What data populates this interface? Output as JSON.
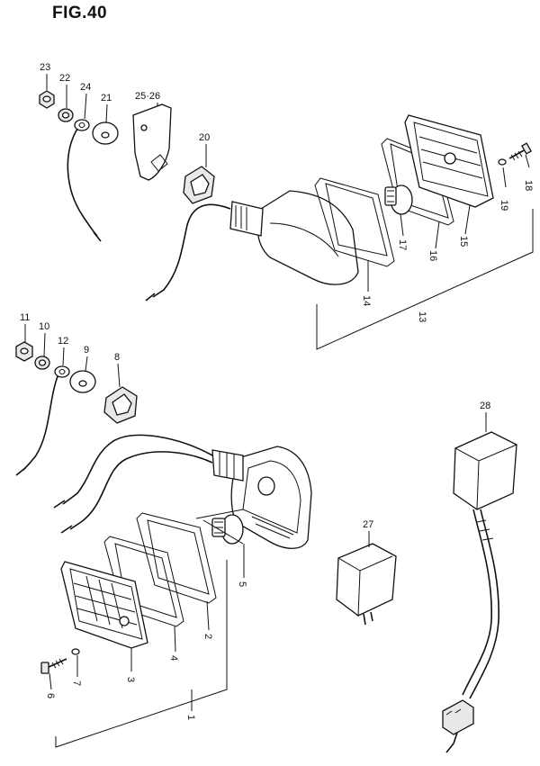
{
  "figure": {
    "title": "FIG.40"
  },
  "callouts": {
    "c1": "1",
    "c2": "2",
    "c3": "3",
    "c4": "4",
    "c5": "5",
    "c6": "6",
    "c7": "7",
    "c8": "8",
    "c9": "9",
    "c10": "10",
    "c11": "11",
    "c12": "12",
    "c13": "13",
    "c14": "14",
    "c15": "15",
    "c16": "16",
    "c17": "17",
    "c18": "18",
    "c19": "19",
    "c20": "20",
    "c21": "21",
    "c22": "22",
    "c23": "23",
    "c24": "24",
    "c25_26": "25·26",
    "c27": "27",
    "c28": "28"
  }
}
